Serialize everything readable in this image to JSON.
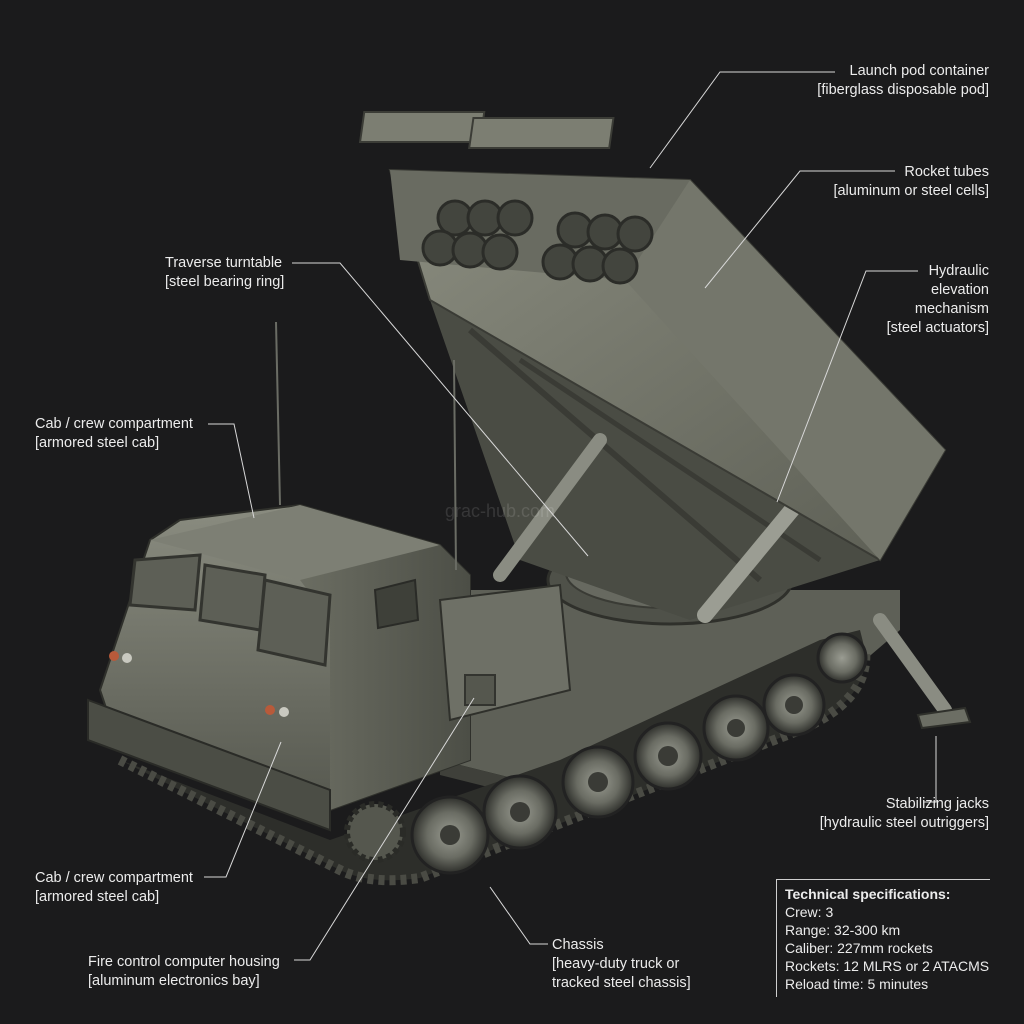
{
  "labels": {
    "launch_pod": {
      "title": "Launch pod container",
      "sub": "[fiberglass disposable pod]"
    },
    "rocket_tubes": {
      "title": "Rocket tubes",
      "sub": "[aluminum or steel cells]"
    },
    "hydraulic": {
      "line1": "Hydraulic",
      "line2": "elevation",
      "line3": "mechanism",
      "sub": "[steel actuators]"
    },
    "traverse": {
      "title": "Traverse turntable",
      "sub": "[steel bearing ring]"
    },
    "cab_top": {
      "title": "Cab / crew compartment",
      "sub": "[armored steel cab]"
    },
    "cab_bottom": {
      "title": "Cab / crew compartment",
      "sub": "[armored steel cab]"
    },
    "stabilizing": {
      "title": "Stabilizing jacks",
      "sub": "[hydraulic steel outriggers]"
    },
    "chassis": {
      "title": "Chassis",
      "sub1": "[heavy-duty truck or",
      "sub2": "tracked steel chassis]"
    },
    "fire_control": {
      "title": "Fire control computer housing",
      "sub": "[aluminum electronics bay]"
    }
  },
  "specs": {
    "heading": "Technical specifications:",
    "crew": "Crew: 3",
    "range": "Range: 32-300 km",
    "caliber": "Caliber: 227mm rockets",
    "rockets": "Rockets: 12 MLRS or 2 ATACMS",
    "reload": "Reload time: 5 minutes"
  },
  "watermark": "grac-hub.com",
  "colors": {
    "background": "#1b1b1c",
    "vehicle": "#6e7064",
    "text": "#ececec"
  }
}
